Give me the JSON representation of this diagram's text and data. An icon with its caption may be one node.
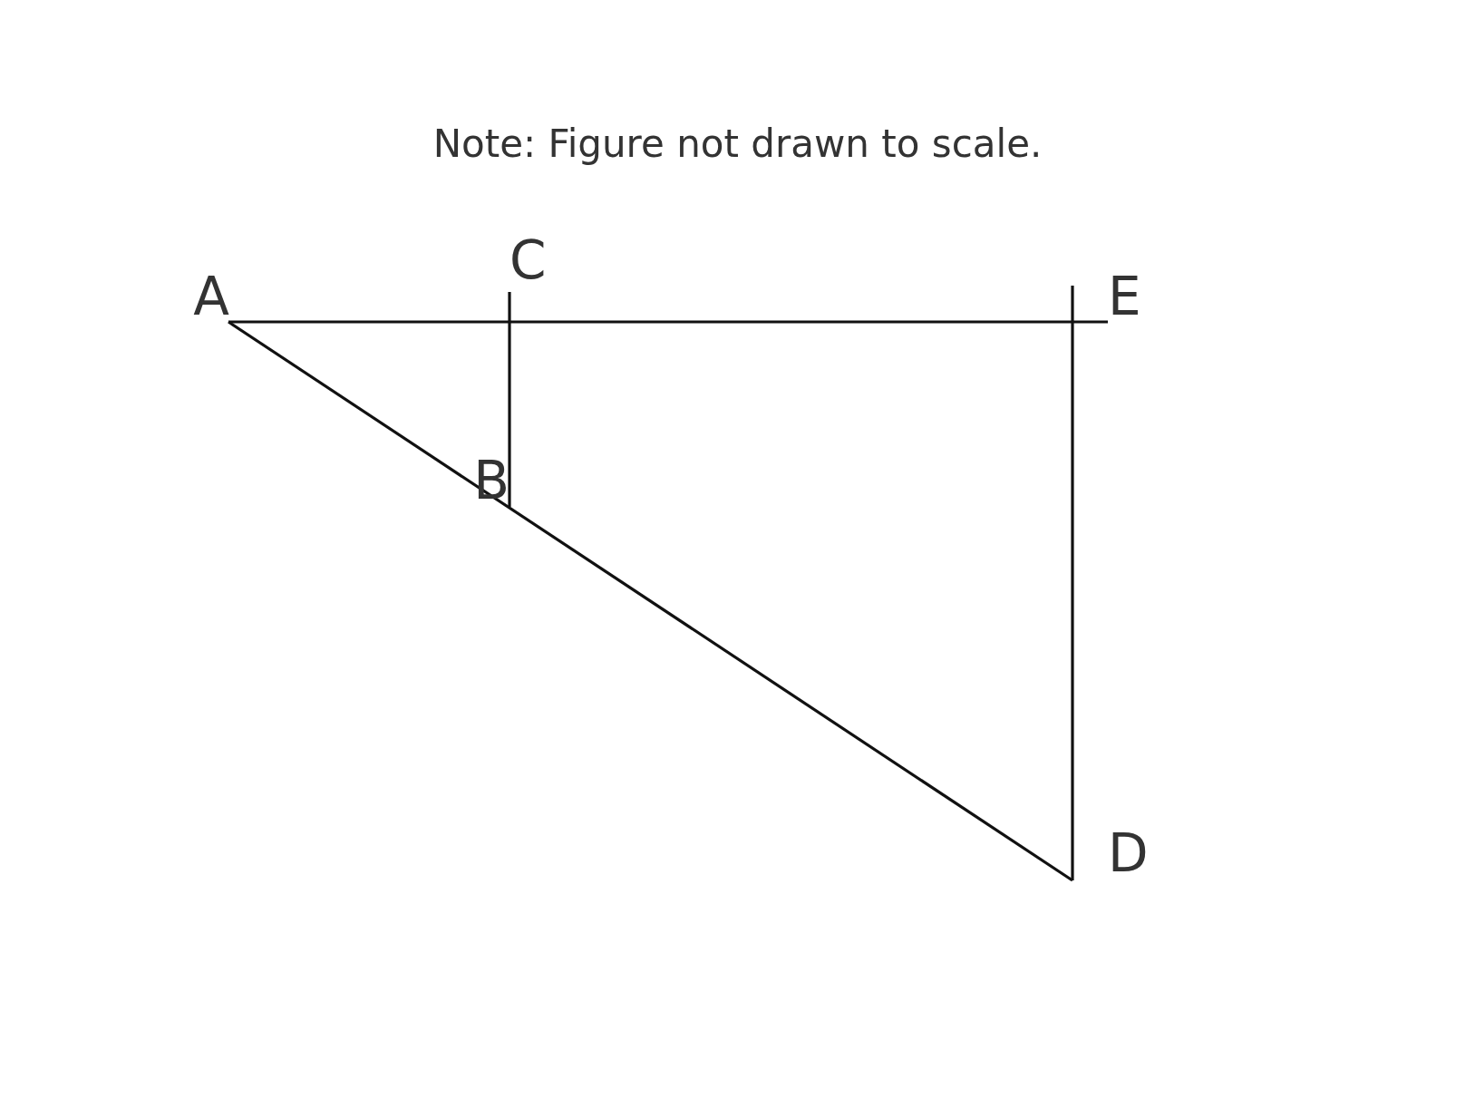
{
  "diagram": {
    "nodes": [
      {
        "text": [
          "A"
        ]
      },
      {
        "text": [
          "C"
        ]
      },
      {
        "text": [
          "E"
        ]
      },
      {
        "text": [
          "B"
        ]
      },
      {
        "text": [
          "D"
        ]
      }
    ],
    "edges": [
      {
        "from": 0,
        "to": 2,
        "arrow": "none"
      },
      {
        "from": 1,
        "to": 3,
        "arrow": "none"
      },
      {
        "from": 2,
        "to": 4,
        "arrow": "none"
      },
      {
        "from": 0,
        "to": 4,
        "arrow": "none"
      }
    ],
    "labels": [
      "Note: Figure not drawn to scale."
    ]
  }
}
